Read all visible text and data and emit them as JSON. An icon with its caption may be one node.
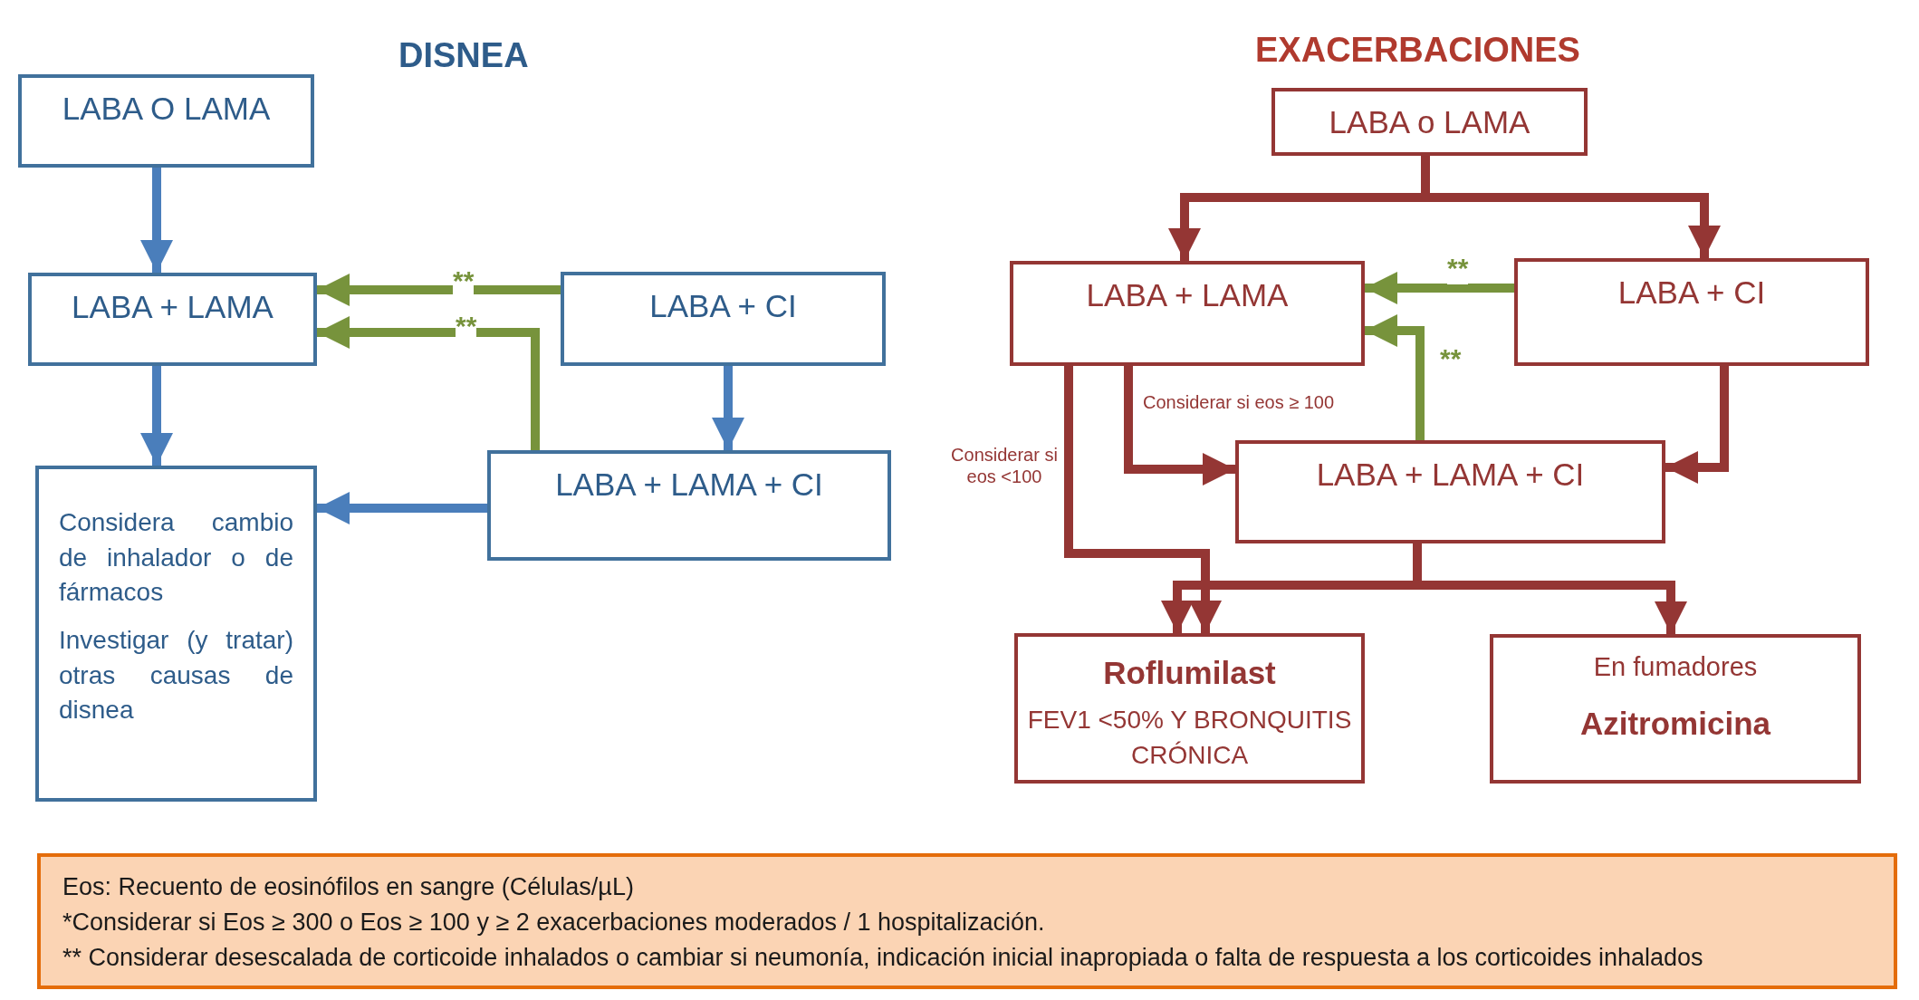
{
  "diagram": {
    "nodes": [
      {
        "text": [
          "LABA O LAMA"
        ]
      },
      {
        "text": [
          "LABA + LAMA"
        ]
      },
      {
        "text": [
          "Considera cambio de inhalador o de fármacos",
          "Investigar (y tratar) otras causas de disnea"
        ]
      },
      {
        "text": [
          "LABA + CI"
        ]
      },
      {
        "text": [
          "LABA + LAMA + CI"
        ]
      },
      {
        "text": [
          "LABA o LAMA"
        ]
      },
      {
        "text": [
          "LABA + LAMA"
        ]
      },
      {
        "text": [
          "LABA + CI"
        ]
      },
      {
        "text": [
          "LABA + LAMA + CI"
        ]
      },
      {
        "text": [
          "Roflumilast",
          "FEV1 <50% Y BRONQUITIS CRÓNICA"
        ]
      },
      {
        "text": [
          "En fumadores",
          "Azitromicina"
        ]
      },
      {
        "text": [
          "Eos: Recuento de eosinófilos en sangre (Células/µL)",
          "*Considerar si Eos ≥ 300 o Eos ≥ 100 y ≥ 2 exacerbaciones moderados / 1 hospitalización.",
          "** Considerar desescalada de corticoide inhalados o cambiar si neumonía, indicación inicial inapropiada o falta de respuesta a los corticoides inhalados"
        ]
      }
    ],
    "edges": [
      {
        "from": 0,
        "to": 1,
        "arrow": "to",
        "color": "#4a7ebb"
      },
      {
        "from": 1,
        "to": 2,
        "arrow": "to",
        "color": "#4a7ebb"
      },
      {
        "from": 3,
        "to": 4,
        "arrow": "to",
        "color": "#4a7ebb"
      },
      {
        "from": 4,
        "to": 2,
        "arrow": "to",
        "color": "#4a7ebb"
      },
      {
        "from": 3,
        "to": 1,
        "arrow": "to",
        "label": "**",
        "color": "#77933c"
      },
      {
        "from": 4,
        "to": 1,
        "arrow": "to",
        "label": "**",
        "color": "#77933c"
      },
      {
        "from": 5,
        "to": 6,
        "arrow": "to"
      },
      {
        "from": 5,
        "to": 7,
        "arrow": "to"
      },
      {
        "from": 6,
        "to": 8,
        "arrow": "to",
        "label": "Considerar si eos ≥ 100"
      },
      {
        "from": 6,
        "to": 9,
        "arrow": "to",
        "label": "Considerar si eos <100"
      },
      {
        "from": 7,
        "to": 8,
        "arrow": "to"
      },
      {
        "from": 7,
        "to": 6,
        "arrow": "to",
        "label": "**",
        "color": "#77933c"
      },
      {
        "from": 8,
        "to": 6,
        "arrow": "to",
        "label": "**",
        "color": "#77933c"
      },
      {
        "from": 8,
        "to": 9,
        "arrow": "to"
      },
      {
        "from": 8,
        "to": 10,
        "arrow": "to"
      }
    ],
    "labels": [
      "DISNEA",
      "EXACERBACIONES"
    ]
  }
}
